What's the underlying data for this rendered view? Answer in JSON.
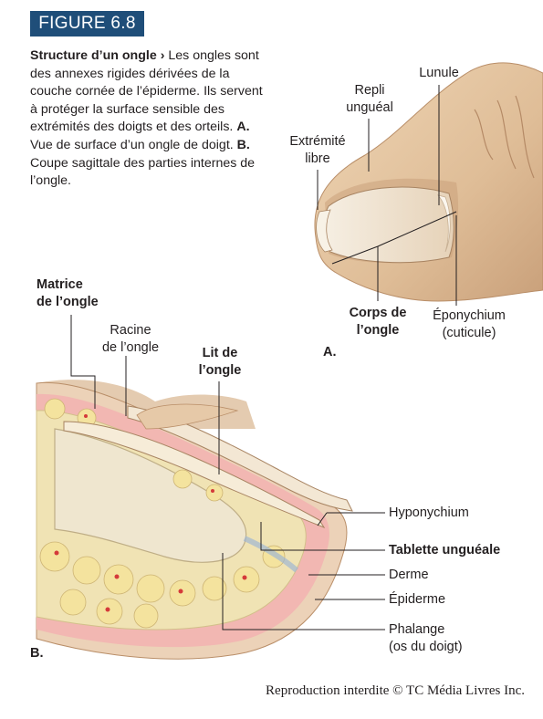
{
  "figure_label": "FIGURE 6.8",
  "caption": {
    "title": "Structure d’un ongle",
    "arrow": "›",
    "text_1": "Les ongles sont des annexes rigides dérivées de la couche cornée de l’épiderme. Ils servent à protéger la surface sensible des extrémités des doigts et des orteils.",
    "a_marker": "A.",
    "text_2": "Vue de surface d’un ongle de doigt.",
    "b_marker": "B.",
    "text_3": "Coupe sagittale des parties internes de l’ongle."
  },
  "panel_a": {
    "label": "A.",
    "lunule": "Lunule",
    "repli_1": "Repli",
    "repli_2": "unguéal",
    "extremite_1": "Extrémité",
    "extremite_2": "libre",
    "corps_1": "Corps de",
    "corps_2": "l’ongle",
    "epony_1": "Éponychium",
    "epony_2": "(cuticule)"
  },
  "panel_b": {
    "label": "B.",
    "matrice_1": "Matrice",
    "matrice_2": "de l’ongle",
    "racine_1": "Racine",
    "racine_2": "de l’ongle",
    "lit_1": "Lit de",
    "lit_2": "l’ongle",
    "hyponychium": "Hyponychium",
    "tablette": "Tablette unguéale",
    "derme": "Derme",
    "epiderme": "Épiderme",
    "phalange_1": "Phalange",
    "phalange_2": "(os du doigt)"
  },
  "copyright": "Reproduction interdite © TC Média Livres Inc.",
  "colors": {
    "badge": "#1f4e79",
    "skin": "#e2c29e",
    "skin_shadow": "#c79d77",
    "nail": "#efe2cf",
    "dermis": "#f2b7b2",
    "bone": "#f0e3b4",
    "marrow": "#d43a3a",
    "ligament": "#c9d9ea"
  }
}
